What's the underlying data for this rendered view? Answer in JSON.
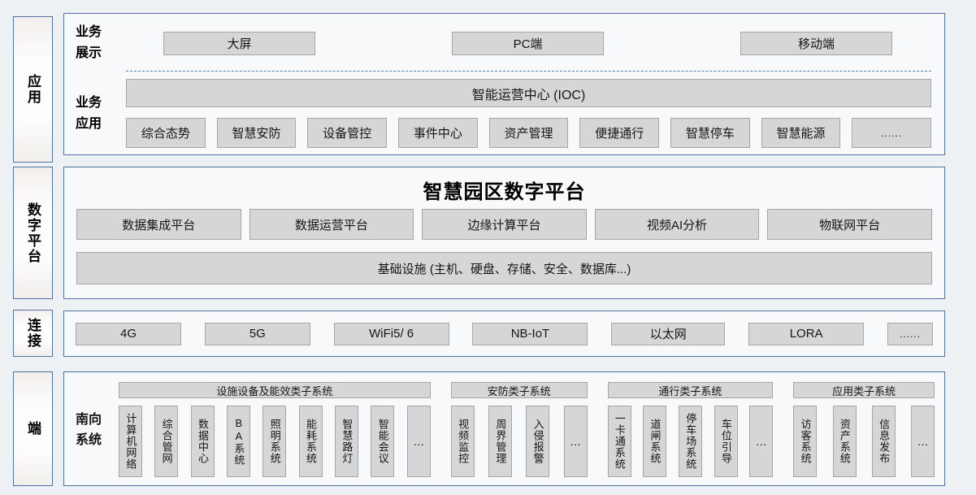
{
  "colors": {
    "panel_border": "#51719f",
    "box_fill": "#d6d6d6",
    "box_border": "#a6a6a6",
    "dashed_divider": "#4f7cbe",
    "page_bg": "#eef1f3",
    "panel_bg": "#f8f9fa"
  },
  "app_layer": {
    "side_label": "应用",
    "display_row": {
      "label_lines": [
        "业务",
        "展示"
      ],
      "buttons": [
        "大屏",
        "PC端",
        "移动端"
      ]
    },
    "app_row": {
      "label_lines": [
        "业务",
        "应用"
      ],
      "ioc_bar": "智能运营中心 (IOC)",
      "buttons": [
        "综合态势",
        "智慧安防",
        "设备管控",
        "事件中心",
        "资产管理",
        "便捷通行",
        "智慧停车",
        "智慧能源",
        "......"
      ]
    }
  },
  "platform_layer": {
    "side_label": "数字平台",
    "title": "智慧园区数字平台",
    "platform_buttons": [
      "数据集成平台",
      "数据运营平台",
      "边缘计算平台",
      "视频AI分析",
      "物联网平台"
    ],
    "infra_bar": "基础设施 (主机、硬盘、存储、安全、数据库...)"
  },
  "connection_layer": {
    "side_label": "连接",
    "buttons": [
      "4G",
      "5G",
      "WiFi5/ 6",
      "NB-IoT",
      "以太网",
      "LORA",
      "......"
    ]
  },
  "endpoint_layer": {
    "side_label": "端",
    "label_lines": [
      "南向",
      "系统"
    ],
    "groups": [
      {
        "header": "设施设备及能效类子系统",
        "items": [
          "计算机网络",
          "综合管网",
          "数据中心",
          "BA系统",
          "照明系统",
          "能耗系统",
          "智慧路灯",
          "智能会议",
          "…"
        ]
      },
      {
        "header": "安防类子系统",
        "items": [
          "视频监控",
          "周界管理",
          "入侵报警",
          "…"
        ]
      },
      {
        "header": "通行类子系统",
        "items": [
          "一卡通系统",
          "道闸系统",
          "停车场系统",
          "车位引导",
          "…"
        ]
      },
      {
        "header": "应用类子系统",
        "items": [
          "访客系统",
          "资产系统",
          "信息发布",
          "…"
        ]
      }
    ]
  }
}
